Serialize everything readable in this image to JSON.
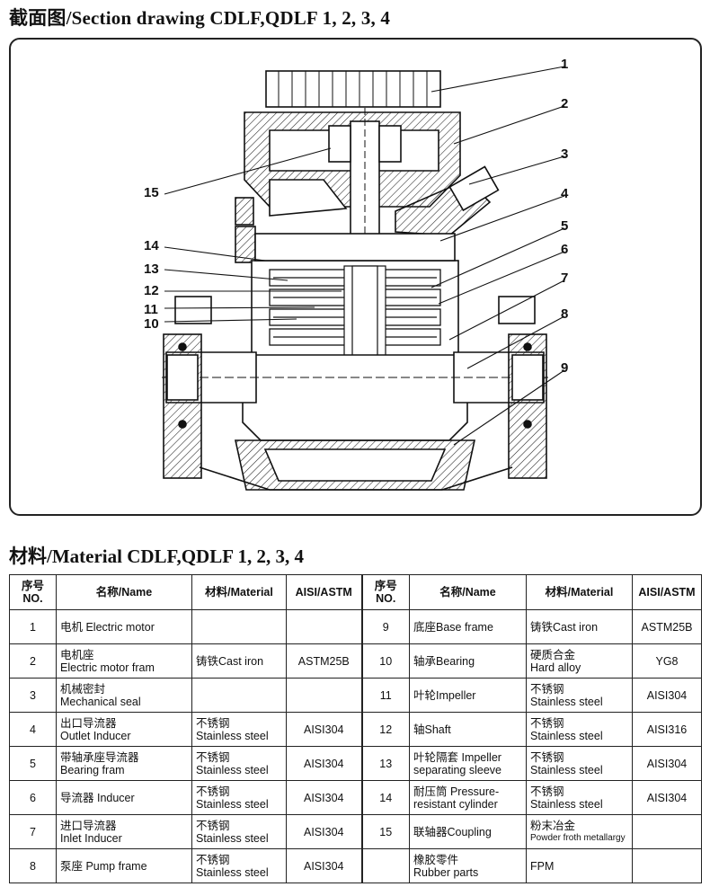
{
  "section_title": "截面图/Section drawing CDLF,QDLF  1, 2, 3, 4",
  "material_title": "材料/Material CDLF,QDLF  1, 2, 3, 4",
  "callouts": [
    "1",
    "2",
    "3",
    "4",
    "5",
    "6",
    "7",
    "8",
    "9",
    "10",
    "11",
    "12",
    "13",
    "14",
    "15"
  ],
  "table": {
    "headers": [
      "序号NO.",
      "名称/Name",
      "材料/Material",
      "AISI/ASTM",
      "序号NO.",
      "名称/Name",
      "材料/Material",
      "AISI/ASTM"
    ],
    "left_rows": [
      {
        "no": "1",
        "name": [
          "电机 Electric motor"
        ],
        "material": [],
        "astm": ""
      },
      {
        "no": "2",
        "name": [
          "电机座",
          "Electric motor fram"
        ],
        "material": [
          "铸铁Cast iron"
        ],
        "astm": "ASTM25B"
      },
      {
        "no": "3",
        "name": [
          "机械密封",
          "Mechanical seal"
        ],
        "material": [],
        "astm": ""
      },
      {
        "no": "4",
        "name": [
          "出口导流器",
          "Outlet Inducer"
        ],
        "material": [
          "不锈钢",
          "Stainless steel"
        ],
        "astm": "AISI304"
      },
      {
        "no": "5",
        "name": [
          "带轴承座导流器",
          "Bearing fram"
        ],
        "material": [
          "不锈钢",
          "Stainless steel"
        ],
        "astm": "AISI304"
      },
      {
        "no": "6",
        "name": [
          "导流器 Inducer"
        ],
        "material": [
          "不锈钢",
          "Stainless steel"
        ],
        "astm": "AISI304"
      },
      {
        "no": "7",
        "name": [
          "进口导流器",
          "Inlet Inducer"
        ],
        "material": [
          "不锈钢",
          "Stainless steel"
        ],
        "astm": "AISI304"
      },
      {
        "no": "8",
        "name": [
          "泵座 Pump frame"
        ],
        "material": [
          "不锈钢",
          "Stainless steel"
        ],
        "astm": "AISI304"
      }
    ],
    "right_rows": [
      {
        "no": "9",
        "name": [
          "底座Base frame"
        ],
        "material": [
          "铸铁Cast iron"
        ],
        "astm": "ASTM25B"
      },
      {
        "no": "10",
        "name": [
          "轴承Bearing"
        ],
        "material": [
          "硬质合金",
          "Hard alloy"
        ],
        "astm": "YG8"
      },
      {
        "no": "11",
        "name": [
          "叶轮Impeller"
        ],
        "material": [
          "不锈钢",
          "Stainless steel"
        ],
        "astm": "AISI304"
      },
      {
        "no": "12",
        "name": [
          "轴Shaft"
        ],
        "material": [
          "不锈钢",
          "Stainless steel"
        ],
        "astm": "AISI316"
      },
      {
        "no": "13",
        "name": [
          "叶轮隔套 Impeller",
          "separating sleeve"
        ],
        "material": [
          "不锈钢",
          "Stainless steel"
        ],
        "astm": "AISI304"
      },
      {
        "no": "14",
        "name": [
          "耐压筒 Pressure-",
          "resistant cylinder"
        ],
        "material": [
          "不锈钢",
          "Stainless steel"
        ],
        "astm": "AISI304"
      },
      {
        "no": "15",
        "name": [
          "联轴器Coupling"
        ],
        "material": [
          "粉末冶金",
          "Powder froth metallargy"
        ],
        "astm": ""
      },
      {
        "no": "",
        "name": [
          "橡胶零件",
          "Rubber parts"
        ],
        "material": [
          "FPM"
        ],
        "astm": ""
      }
    ]
  }
}
